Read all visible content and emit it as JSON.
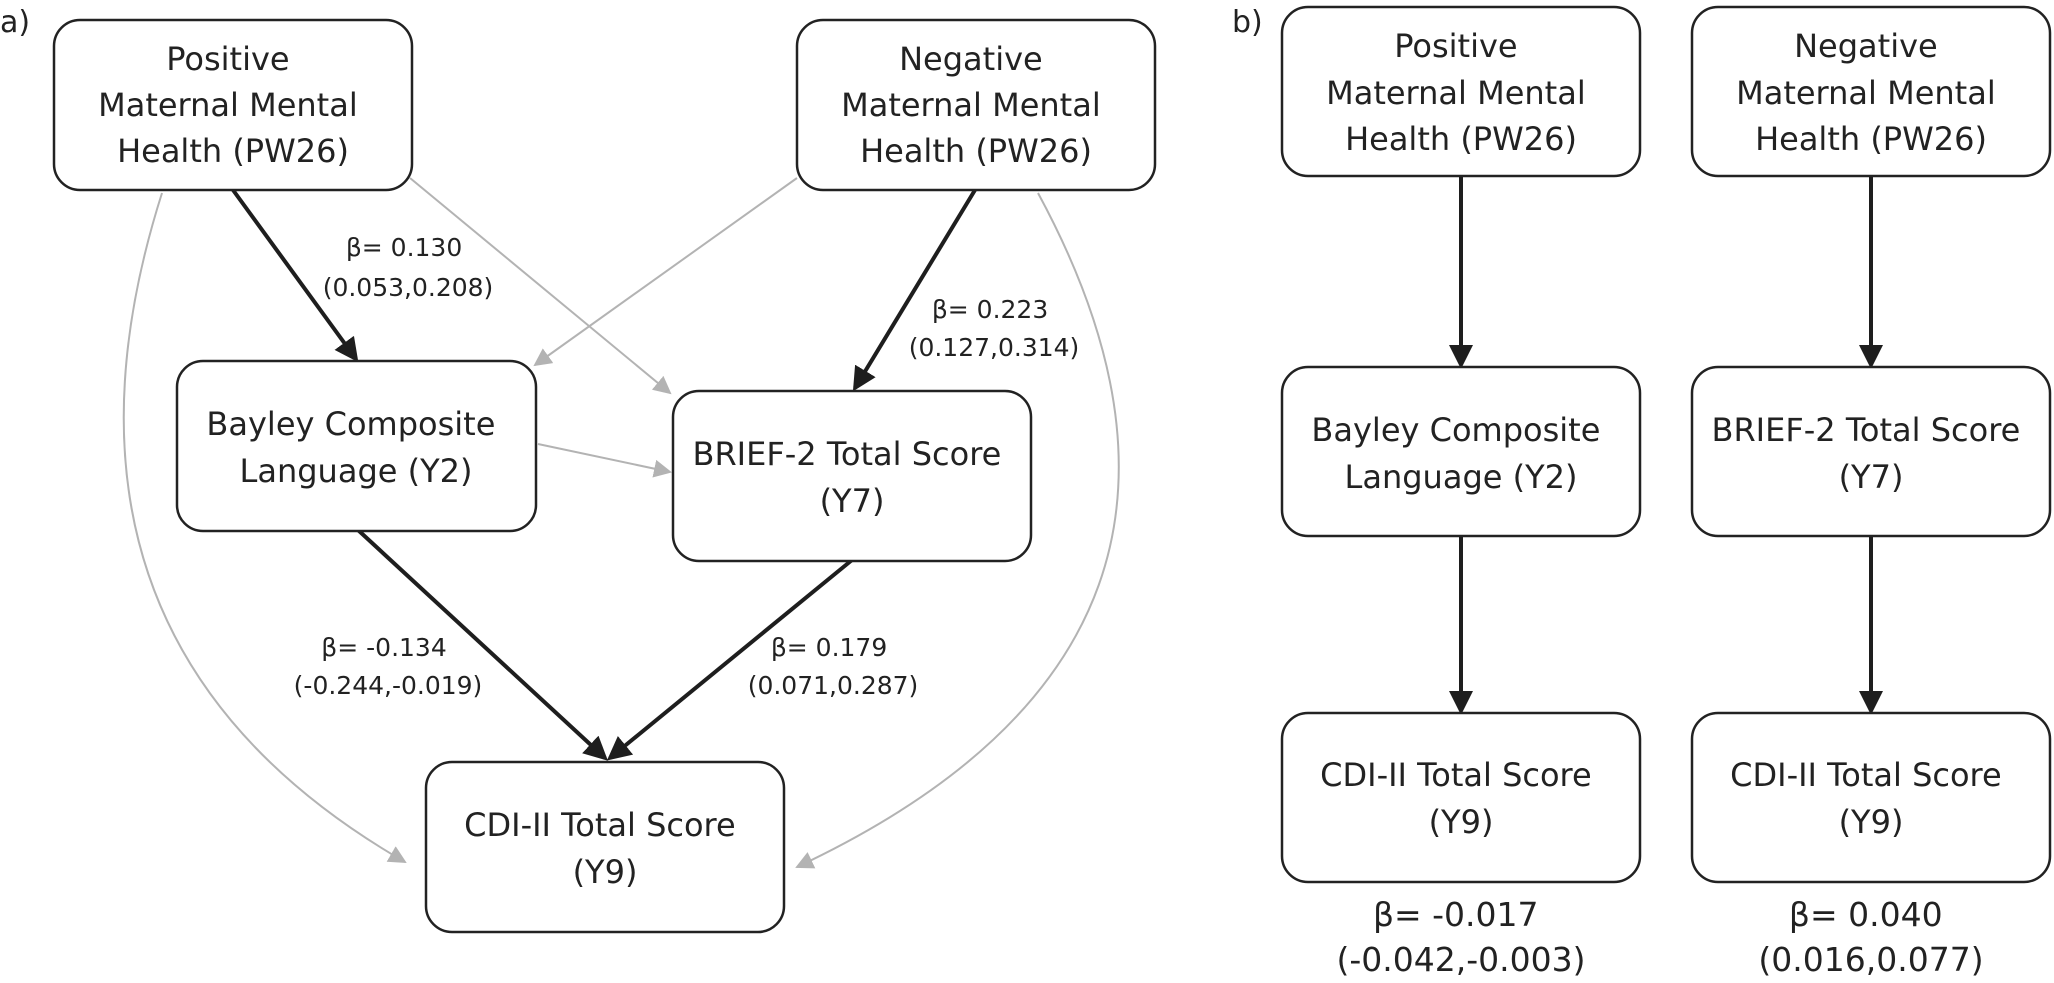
{
  "panels": {
    "a": {
      "label": "a)",
      "nodes": {
        "positive": [
          "Positive",
          "Maternal Mental",
          "Health (PW26)"
        ],
        "negative": [
          "Negative",
          "Maternal Mental",
          "Health (PW26)"
        ],
        "bayley": [
          "Bayley Composite",
          "Language (Y2)"
        ],
        "brief": [
          "BRIEF-2 Total Score",
          "(Y7)"
        ],
        "cdi": [
          "CDI-II Total Score",
          "(Y9)"
        ]
      },
      "edges": {
        "positive_to_bayley": [
          "β= 0.130",
          "(0.053,0.208)"
        ],
        "negative_to_brief": [
          "β= 0.223",
          "(0.127,0.314)"
        ],
        "bayley_to_cdi": [
          "β= -0.134",
          "(-0.244,-0.019)"
        ],
        "brief_to_cdi": [
          "β= 0.179",
          "(0.071,0.287)"
        ]
      }
    },
    "b": {
      "label": "b)",
      "left": {
        "top": [
          "Positive",
          "Maternal Mental",
          "Health (PW26)"
        ],
        "middle": [
          "Bayley Composite",
          "Language (Y2)"
        ],
        "bottom": [
          "CDI-II Total Score",
          "(Y9)"
        ],
        "effect": [
          "β= -0.017",
          "(-0.042,-0.003)"
        ]
      },
      "right": {
        "top": [
          "Negative",
          "Maternal Mental",
          "Health (PW26)"
        ],
        "middle": [
          "BRIEF-2 Total Score",
          "(Y7)"
        ],
        "bottom": [
          "CDI-II Total Score",
          "(Y9)"
        ],
        "effect": [
          "β= 0.040",
          "(0.016,0.077)"
        ]
      }
    }
  },
  "colors": {
    "strong_path": "#1e1e1e",
    "weak_path": "#b3b3b3",
    "box_border": "#222222"
  }
}
